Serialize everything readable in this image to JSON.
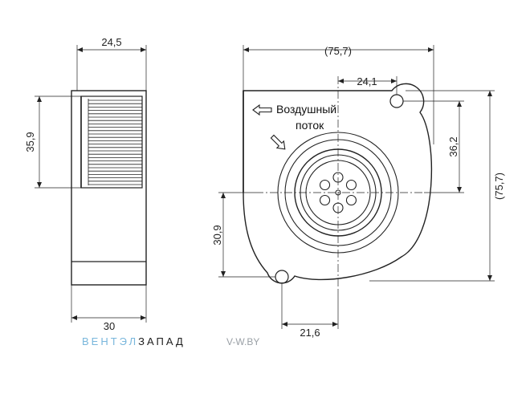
{
  "dimensions": {
    "side_width": "24,5",
    "side_height": "35,9",
    "side_depth": "30",
    "front_width": "(75,7)",
    "front_height": "(75,7)",
    "hole_top_offset": "24,1",
    "hole_top_drop": "36,2",
    "hole_bottom_rise": "30,9",
    "hole_bottom_offset": "21,6"
  },
  "labels": {
    "airflow_line1": "Воздушный",
    "airflow_line2": "поток"
  },
  "brand": {
    "part1": "ВЕНТЭЛ",
    "part2": "ЗАПАД",
    "site": "V-W.BY"
  },
  "colors": {
    "brand_light": "#79b7dc",
    "brand_dark": "#1c1c1c"
  }
}
